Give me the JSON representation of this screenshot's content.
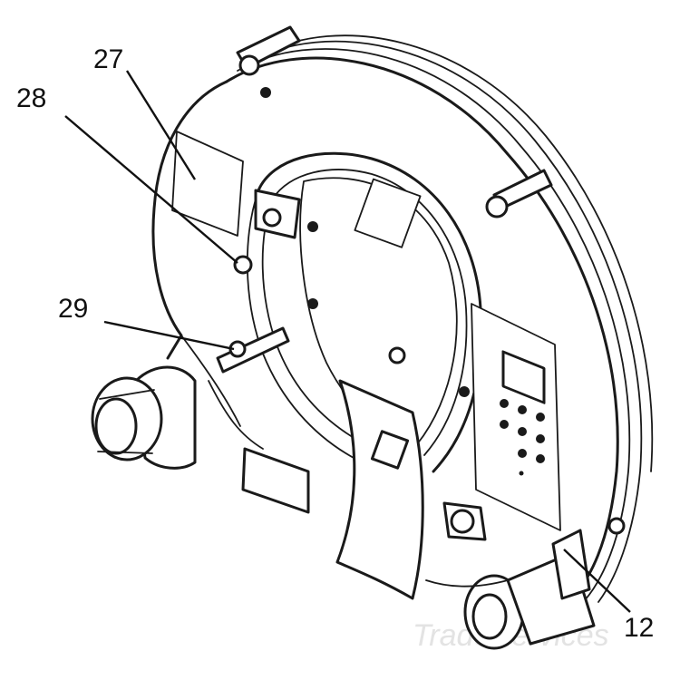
{
  "callouts": [
    {
      "id": "27",
      "label": "27"
    },
    {
      "id": "28",
      "label": "28"
    },
    {
      "id": "29",
      "label": "29"
    },
    {
      "id": "12",
      "label": "12"
    }
  ],
  "watermark": "TradeServices"
}
